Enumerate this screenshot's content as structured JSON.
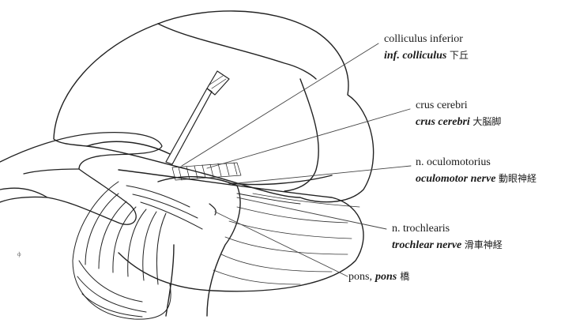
{
  "labels": [
    {
      "id": "colliculus",
      "latin": "colliculus inferior",
      "english": "inf. colliculus",
      "japanese": "下丘"
    },
    {
      "id": "crus",
      "latin": "crus cerebri",
      "english": "crus cerebri",
      "japanese": "大脳脚"
    },
    {
      "id": "oculomotor",
      "latin": "n. oculomotorius",
      "english": "oculomotor nerve",
      "japanese": "動眼神経"
    },
    {
      "id": "trochlear",
      "latin": "n. trochlearis",
      "english": "trochlear nerve",
      "japanese": "滑車神経"
    },
    {
      "id": "pons",
      "latin": "pons,",
      "english": "pons",
      "japanese": "橋"
    }
  ],
  "stray_mark": "ф"
}
